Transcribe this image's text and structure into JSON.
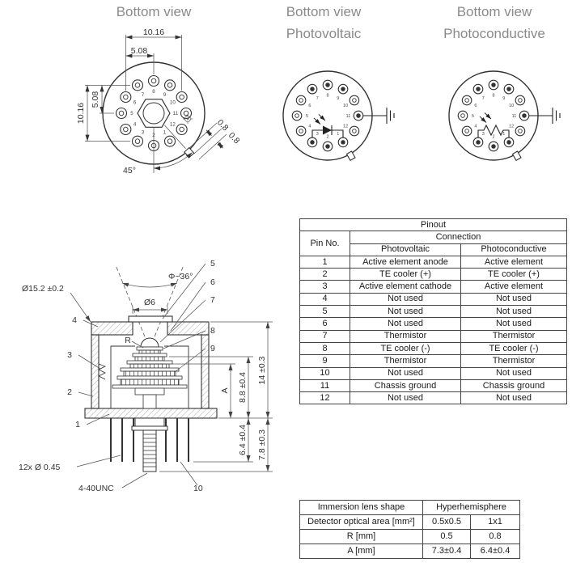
{
  "titles": {
    "view1": "Bottom view",
    "view2_line1": "Bottom view",
    "view2_line2": "Photovoltaic",
    "view3_line1": "Bottom view",
    "view3_line2": "Photoconductive"
  },
  "pins": [
    "1",
    "2",
    "3",
    "4",
    "5",
    "6",
    "7",
    "8",
    "9",
    "10",
    "11",
    "12"
  ],
  "used_pins": [
    "1",
    "2",
    "3",
    "7",
    "8",
    "9",
    "11"
  ],
  "view1_dims": {
    "width_outer": "10.16",
    "width_inner": "5.08",
    "height_outer": "10.16",
    "height_inner": "5.08",
    "tab_angle": "45°",
    "tab_width": "0.8",
    "tab_depth": "0.8"
  },
  "section": {
    "cone_angle": "Φ~36°",
    "window_dia": "Ø6",
    "package_dia": "Ø15.2 ±0.2",
    "lens_radius_label": "R",
    "dim_a_label": "A",
    "height_total": "14 ±0.3",
    "height_inner": "8.8 ±0.4",
    "pin_length": "6.4 ±0.4",
    "stud_length": "7.8 ±0.3",
    "pin_spec": "12x Ø 0.45",
    "thread_spec": "4-40UNC",
    "callouts": [
      "1",
      "2",
      "3",
      "4",
      "5",
      "6",
      "7",
      "8",
      "9",
      "10"
    ]
  },
  "pinout_table": {
    "title": "Pinout",
    "col_pin": "Pin No.",
    "col_connection": "Connection",
    "col_pv": "Photovoltaic",
    "col_pc": "Photoconductive",
    "rows": [
      {
        "pin": "1",
        "pv": "Active element anode",
        "pc": "Active element"
      },
      {
        "pin": "2",
        "pv": "TE cooler (+)",
        "pc": "TE cooler (+)"
      },
      {
        "pin": "3",
        "pv": "Active element cathode",
        "pc": "Active element"
      },
      {
        "pin": "4",
        "pv": "Not used",
        "pc": "Not used"
      },
      {
        "pin": "5",
        "pv": "Not used",
        "pc": "Not used"
      },
      {
        "pin": "6",
        "pv": "Not used",
        "pc": "Not used"
      },
      {
        "pin": "7",
        "pv": "Thermistor",
        "pc": "Thermistor"
      },
      {
        "pin": "8",
        "pv": "TE cooler (-)",
        "pc": "TE cooler (-)"
      },
      {
        "pin": "9",
        "pv": "Thermistor",
        "pc": "Thermistor"
      },
      {
        "pin": "10",
        "pv": "Not used",
        "pc": "Not used"
      },
      {
        "pin": "11",
        "pv": "Chassis ground",
        "pc": "Chassis ground"
      },
      {
        "pin": "12",
        "pv": "Not used",
        "pc": "Not used"
      }
    ]
  },
  "lens_table": {
    "col_label": "Immersion lens shape",
    "col_value": "Hyperhemisphere",
    "rows": [
      {
        "label": "Detector optical area [mm²]",
        "v1": "0.5x0.5",
        "v2": "1x1"
      },
      {
        "label": "R [mm]",
        "v1": "0.5",
        "v2": "0.8"
      },
      {
        "label": "A [mm]",
        "v1": "7.3±0.4",
        "v2": "6.4±0.4"
      }
    ]
  }
}
